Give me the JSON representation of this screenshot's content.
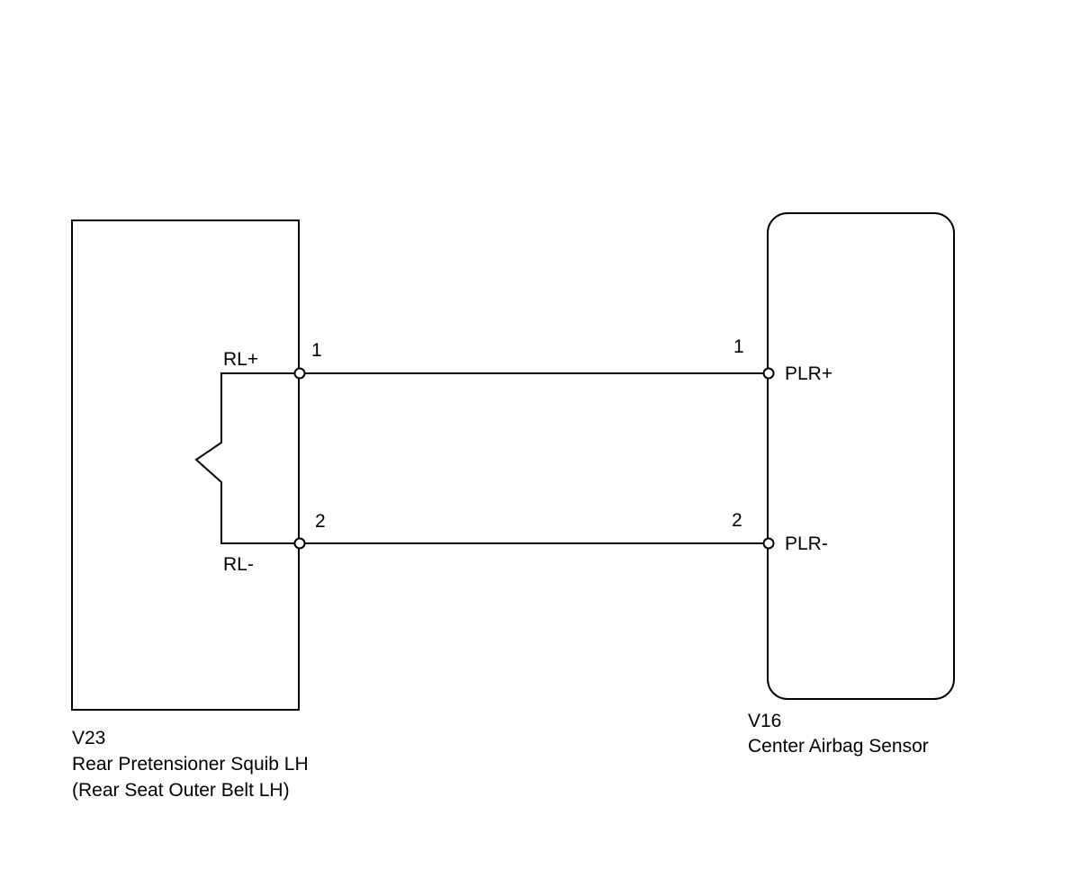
{
  "left_component": {
    "code": "V23",
    "name": "Rear Pretensioner Squib LH",
    "subname": "(Rear Seat Outer Belt LH)",
    "terminals": [
      {
        "pin": "1",
        "signal": "RL+"
      },
      {
        "pin": "2",
        "signal": "RL-"
      }
    ]
  },
  "right_component": {
    "code": "V16",
    "name": "Center Airbag Sensor",
    "terminals": [
      {
        "pin": "1",
        "signal": "PLR+"
      },
      {
        "pin": "2",
        "signal": "PLR-"
      }
    ]
  }
}
